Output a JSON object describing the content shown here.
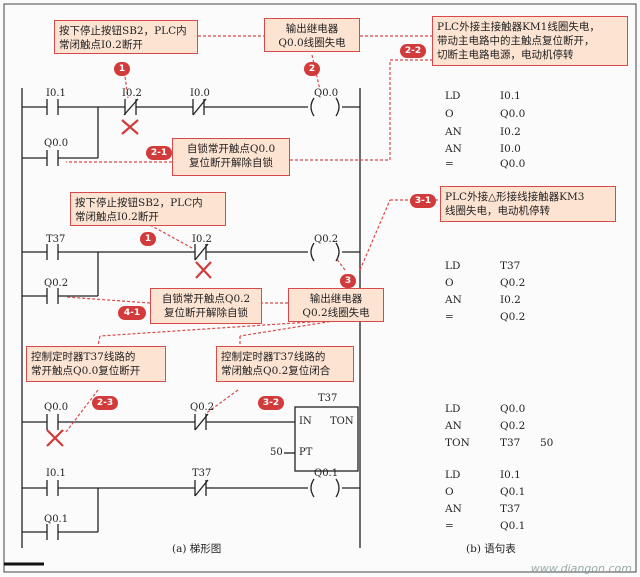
{
  "callouts": {
    "c1": "按下停止按钮SB2，PLC内\n常闭触点I0.2断开",
    "c2": "输出继电器\nQ0.0线圈失电",
    "c3": "PLC外接主接触器KM1线圈失电，\n带动主电路中的主触点复位断开，\n切断主电路电源，电动机停转",
    "c4": "自锁常开触点Q0.0\n复位断开解除自锁",
    "c5": "按下停止按钮SB2，PLC内\n常闭触点I0.2断开",
    "c6": "PLC外接△形接线接触器KM3\n线圈失电，电动机停转",
    "c7": "自锁常开触点Q0.2\n复位断开解除自锁",
    "c8": "输出继电器\nQ0.2线圈失电",
    "c9": "控制定时器T37线路的\n常开触点Q0.0复位断开",
    "c10": "控制定时器T37线路的\n常闭触点Q0.2复位闭合"
  },
  "badges": {
    "b1": "1",
    "b2": "2",
    "b3": "2-2",
    "b4": "2-1",
    "b5": "1",
    "b6": "3-1",
    "b7": "3",
    "b8": "4-1",
    "b9": "2-3",
    "b10": "3-2"
  },
  "ladder": {
    "r1_c1": "I0.1",
    "r1_c2": "I0.2",
    "r1_c3": "I0.0",
    "r1_coil": "Q0.0",
    "r2_c1": "Q0.0",
    "r3_c1": "T37",
    "r3_c2": "I0.2",
    "r3_coil": "Q0.2",
    "r4_c1": "Q0.2",
    "r5_c1": "Q0.0",
    "r5_c2": "Q0.2",
    "timer_name": "T37",
    "timer_in": "IN",
    "timer_ton": "TON",
    "timer_pt": "PT",
    "timer_preset": "50",
    "r6_c1": "I0.1",
    "r6_c2": "T37",
    "r6_coil": "Q0.1",
    "r7_c1": "Q0.1"
  },
  "statements": {
    "g1": [
      [
        "LD",
        "I0.1"
      ],
      [
        "O",
        "Q0.0"
      ],
      [
        "AN",
        "I0.2"
      ],
      [
        "AN",
        "I0.0"
      ],
      [
        "=",
        "Q0.0"
      ]
    ],
    "g2": [
      [
        "LD",
        "T37"
      ],
      [
        "O",
        "Q0.2"
      ],
      [
        "AN",
        "I0.2"
      ],
      [
        "=",
        "Q0.2"
      ]
    ],
    "g3": [
      [
        "LD",
        "Q0.0"
      ],
      [
        "AN",
        "Q0.2"
      ],
      [
        "TON",
        "T37",
        "50"
      ]
    ],
    "g4": [
      [
        "LD",
        "I0.1"
      ],
      [
        "O",
        "Q0.1"
      ],
      [
        "AN",
        "T37"
      ],
      [
        "=",
        "Q0.1"
      ]
    ]
  },
  "captions": {
    "ladder": "(a) 梯形图",
    "table": "(b) 语句表"
  },
  "watermark": "www.diangon.com",
  "colors": {
    "callout_border": "#d84a4a",
    "callout_fill": "#fde3d2",
    "badge": "#d23b3b",
    "dash": "#d84a4a"
  }
}
